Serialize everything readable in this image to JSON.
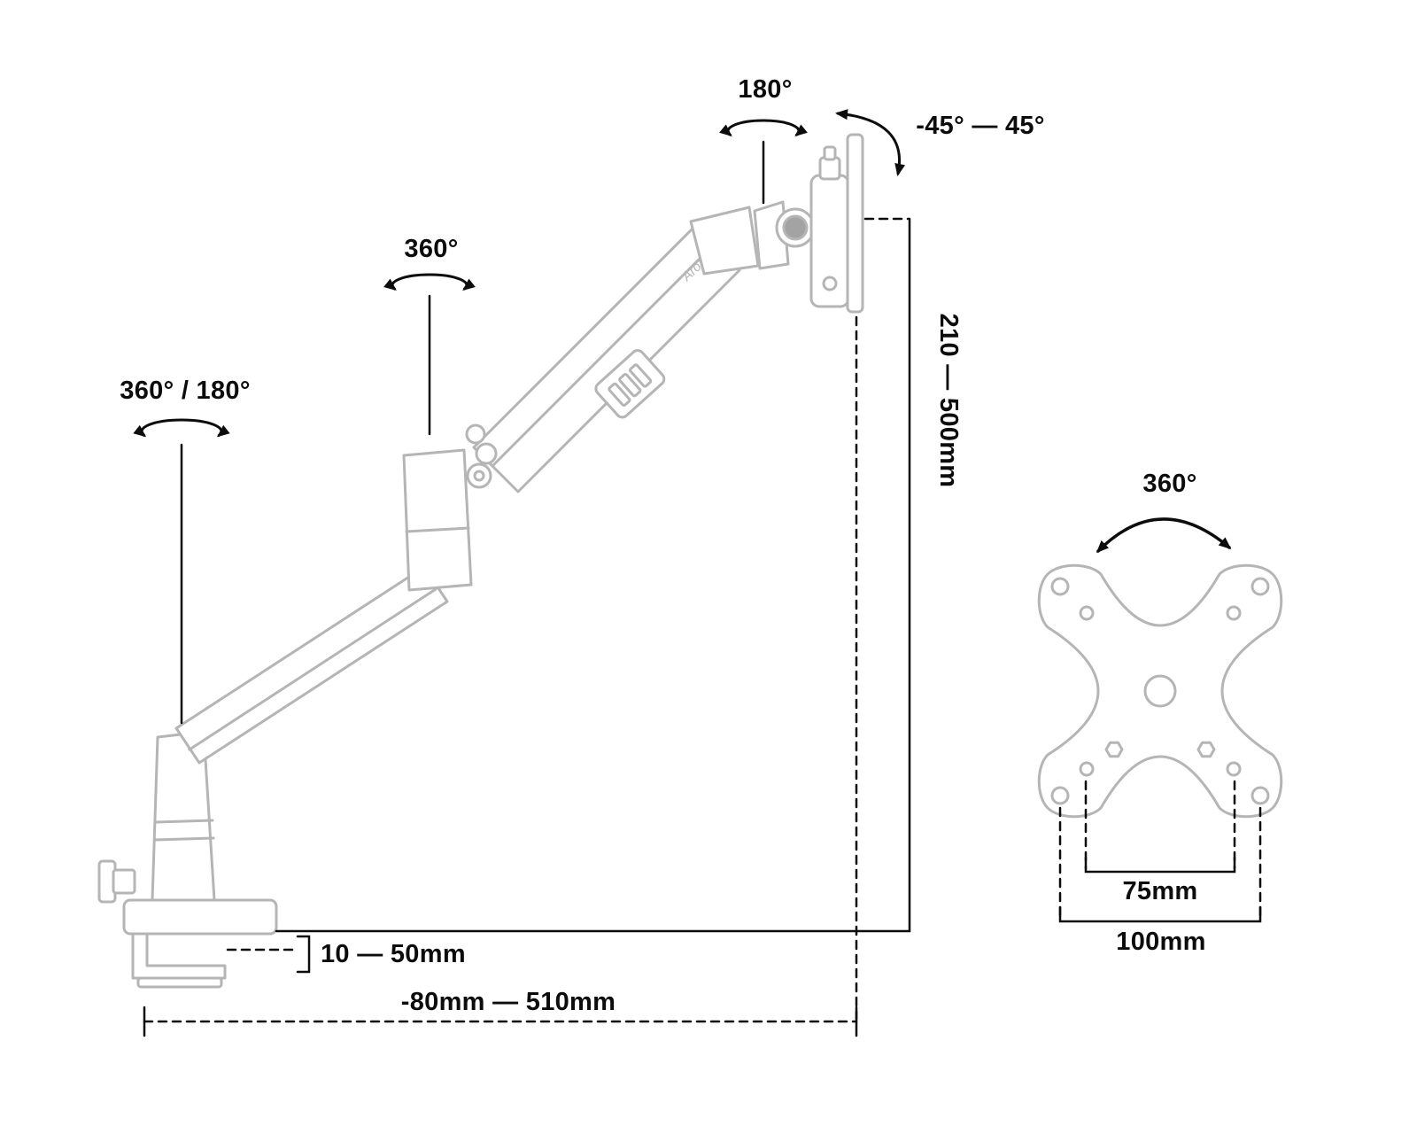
{
  "diagram": {
    "colors": {
      "line_art": "#b5b5b5",
      "annotation": "#0c0c0c",
      "background": "#ffffff"
    },
    "annotations": {
      "head_rotation": "180°",
      "tilt_range": "-45° — 45°",
      "mid_rotation": "360°",
      "base_rotation": "360° / 180°",
      "height_range": "210 — 500mm",
      "desk_thickness": "10 — 50mm",
      "horizontal_reach": "-80mm — 510mm",
      "arm_logo": "Arozzi"
    },
    "vesa": {
      "rotation": "360°",
      "hole_spacing_inner": "75mm",
      "hole_spacing_outer": "100mm"
    }
  }
}
